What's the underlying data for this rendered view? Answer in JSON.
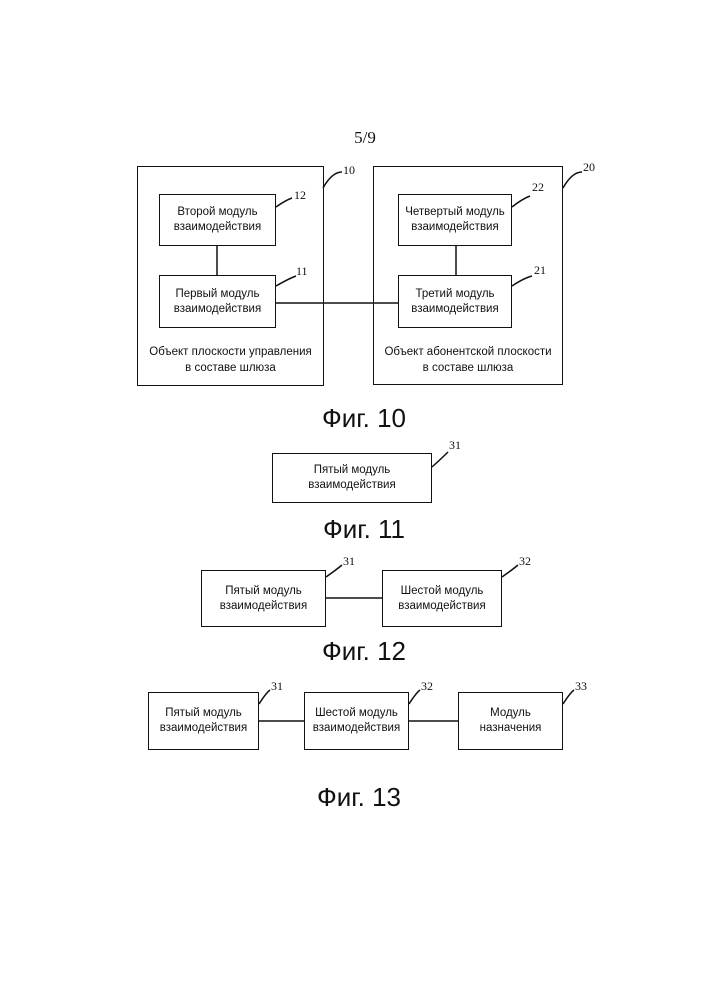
{
  "page_number": "5/9",
  "fig10": {
    "caption": "Фиг. 10",
    "left_block": {
      "ref": "10",
      "caption_line1": "Объект плоскости управления",
      "caption_line2": "в составе шлюза",
      "module_top": {
        "line1": "Второй модуль",
        "line2": "взаимодействия",
        "ref": "12"
      },
      "module_bottom": {
        "line1": "Первый модуль",
        "line2": "взаимодействия",
        "ref": "11"
      }
    },
    "right_block": {
      "ref": "20",
      "caption_line1": "Объект абонентской плоскости",
      "caption_line2": "в составе шлюза",
      "module_top": {
        "line1": "Четвертый модуль",
        "line2": "взаимодействия",
        "ref": "22"
      },
      "module_bottom": {
        "line1": "Третий модуль",
        "line2": "взаимодействия",
        "ref": "21"
      }
    }
  },
  "fig11": {
    "caption": "Фиг. 11",
    "module": {
      "line1": "Пятый модуль",
      "line2": "взаимодействия",
      "ref": "31"
    }
  },
  "fig12": {
    "caption": "Фиг. 12",
    "module_a": {
      "line1": "Пятый модуль",
      "line2": "взаимодействия",
      "ref": "31"
    },
    "module_b": {
      "line1": "Шестой модуль",
      "line2": "взаимодействия",
      "ref": "32"
    }
  },
  "fig13": {
    "caption": "Фиг. 13",
    "module_a": {
      "line1": "Пятый модуль",
      "line2": "взаимодействия",
      "ref": "31"
    },
    "module_b": {
      "line1": "Шестой модуль",
      "line2": "взаимодействия",
      "ref": "32"
    },
    "module_c": {
      "line1": "Модуль",
      "line2": "назначения",
      "ref": "33"
    }
  }
}
